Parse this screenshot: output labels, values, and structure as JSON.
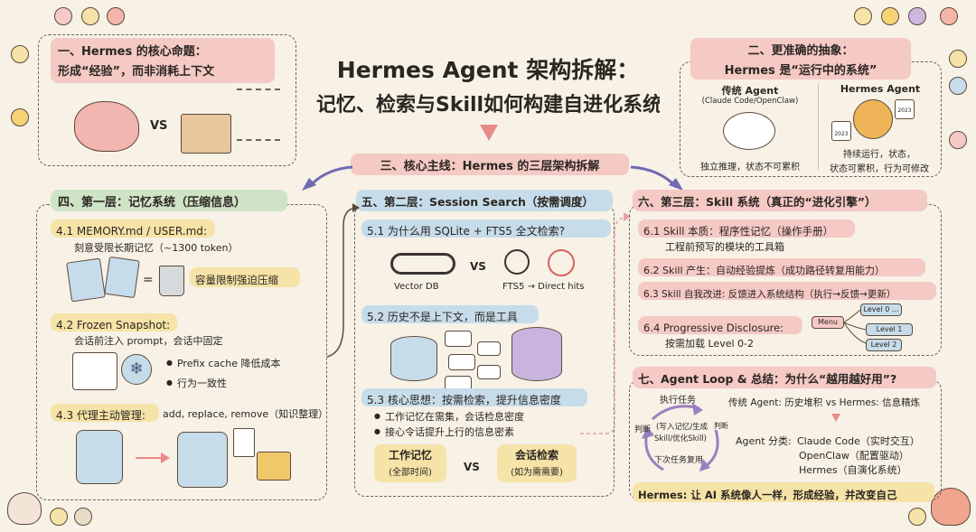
{
  "title": {
    "line1": "Hermes Agent 架构拆解：",
    "line2": "记忆、检索与Skill如何构建自进化系统"
  },
  "sec1": {
    "heading_line1": "一、Hermes 的核心命题：",
    "heading_line2": "形成“经验”，而非消耗上下文",
    "vs": "VS"
  },
  "sec2": {
    "heading_line1": "二、更准确的抽象：",
    "heading_line2": "Hermes 是“运行中的系统”",
    "left_title": "传统 Agent",
    "left_sub": "(Claude Code/OpenClaw)",
    "left_desc": "独立推理，状态不可累积",
    "right_title": "Hermes Agent",
    "right_desc_line1": "持续运行，状态，",
    "right_desc_line2": "状态可累积，行为可修改",
    "calendar_year": "2023"
  },
  "sec3": {
    "heading": "三、核心主线：Hermes 的三层架构拆解"
  },
  "sec4": {
    "heading": "四、第一层：记忆系统（压缩信息）",
    "item1_title": "4.1 MEMORY.md / USER.md:",
    "item1_desc": "刻意受限长期记忆（~1300 token）",
    "item1_tag": "容量限制强迫压缩",
    "equals": "=",
    "item2_title": "4.2 Frozen Snapshot:",
    "item2_desc": "会话前注入 prompt，会话中固定",
    "item2_bullet1": "Prefix cache 降低成本",
    "item2_bullet2": "行为一致性",
    "item3_title": "4.3 代理主动管理:",
    "item3_desc": "add, replace, remove（知识整理）"
  },
  "sec5": {
    "heading": "五、第二层：Session Search（按需调度）",
    "item1_title": "5.1 为什么用 SQLite + FTS5 全文检索?",
    "vector_db": "Vector DB",
    "vs": "VS",
    "fts5": "FTS5 → Direct hits",
    "item2_title": "5.2 历史不是上下文，而是工具",
    "item3_title": "5.3 核心思想：按需检索，提升信息密度",
    "item3_bullet1": "工作记忆在需集，会话检息密度",
    "item3_bullet2": "接心令话提升上行的信息密素",
    "left_box_line1": "工作记忆",
    "left_box_line2": "(全部时间)",
    "right_box_line1": "会话检索",
    "right_box_line2": "(如为需需要)"
  },
  "sec6": {
    "heading": "六、第三层：Skill 系统（真正的“进化引擎”）",
    "item1_title": "6.1 Skill 本质：程序性记忆（操作手册）",
    "item1_desc": "工程前预写的模块的工具箱",
    "item2_title": "6.2 Skill 产生：自动经验提炼（成功路径转复用能力）",
    "item3_title": "6.3 Skill 自我改进: 反馈进入系统结构（执行→反馈→更新）",
    "item4_title": "6.4 Progressive Disclosure:",
    "item4_desc": "按需加载 Level 0-2",
    "menu": "Menu",
    "level0": "Level 0 ...",
    "level1": "Level 1",
    "level2": "Level 2"
  },
  "sec7": {
    "heading": "七、Agent Loop & 总结：为什么“越用越好用”?",
    "loop_exec": "执行任务",
    "loop_judge": "判断",
    "loop_center_line1": "(写入记忆/生成",
    "loop_center_line2": "Skill/优化Skill)",
    "loop_judge2": "判断",
    "loop_reuse": "下次任务复用",
    "compare": "传统 Agent: 历史堆积 vs Hermes: 信息精炼",
    "class_label": "Agent 分类:",
    "class1": "Claude Code（实时交互）",
    "class2": "OpenClaw（配置驱动）",
    "class3": "Hermes（自演化系统）",
    "summary": "Hermes: 让 AI 系统像人一样，形成经验，并改变自己"
  },
  "colors": {
    "background": "#f7f1e6",
    "pink": "#f5c9c4",
    "green": "#cfe3c6",
    "blue": "#c7dcea",
    "yellow": "#f6e3a7",
    "ink": "#2b2622"
  }
}
